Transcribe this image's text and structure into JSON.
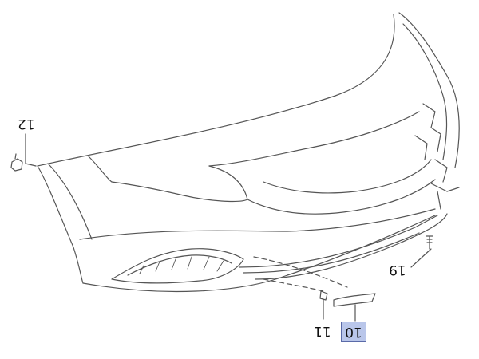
{
  "diagram": {
    "callouts": [
      {
        "id": "12",
        "label": "12"
      },
      {
        "id": "19",
        "label": "19"
      },
      {
        "id": "11",
        "label": "11"
      },
      {
        "id": "10",
        "label": "10",
        "highlighted": true
      }
    ],
    "highlight_color": "#b9c6ea",
    "line_color": "#555555",
    "hidden_line_style": "dashed"
  }
}
